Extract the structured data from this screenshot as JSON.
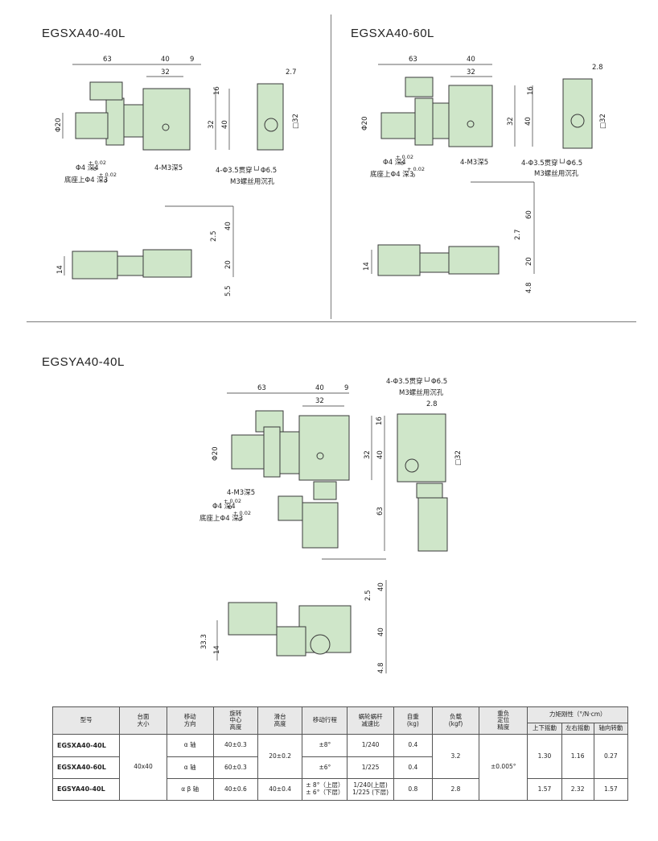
{
  "titles": {
    "a": "EGSXA40-40L",
    "b": "EGSXA40-60L",
    "c": "EGSYA40-40L"
  },
  "colors": {
    "body_fill": "#cfe6c9",
    "body_stroke": "#3a3a3a",
    "dim_line": "#333333"
  },
  "drawing_a": {
    "top_dims": [
      "63",
      "40",
      "9",
      "32"
    ],
    "right_dims": [
      "16",
      "32",
      "40"
    ],
    "left_dim": "Φ20",
    "labels": [
      "Φ4  深4",
      "底座上Φ4  深3",
      "4-M3深5"
    ],
    "tol_plus": "+ 0.02",
    "tol_zero": "0",
    "side_dims": [
      "2.7",
      "□32"
    ],
    "side_note": "4-Φ3.5贯穿└┘Φ6.5",
    "side_note2": "M3螺丝用沉孔",
    "front_dims": [
      "40",
      "2.5",
      "20",
      "5.5"
    ],
    "front_left": "14"
  },
  "drawing_b": {
    "top_dims": [
      "63",
      "40",
      "32"
    ],
    "right_dims": [
      "16",
      "32",
      "40"
    ],
    "left_dim": "Φ20",
    "labels": [
      "Φ4  深4",
      "底座上Φ4  深3",
      "4-M3深5"
    ],
    "tol_plus": "+ 0.02",
    "tol_zero": "0",
    "side_dims": [
      "2.8",
      "□32"
    ],
    "side_note": "4-Φ3.5贯穿└┘Φ6.5",
    "side_note2": "M3螺丝用沉孔",
    "front_dims": [
      "60",
      "2.7",
      "20",
      "4.8"
    ],
    "front_left": "14"
  },
  "drawing_c": {
    "top_dims": [
      "63",
      "40",
      "9",
      "32"
    ],
    "right_dims": [
      "16",
      "32",
      "40",
      "63"
    ],
    "left_dim": "Φ20",
    "labels": [
      "4-M3深5",
      "Φ4  深4",
      "底座上Φ4  深3"
    ],
    "tol_plus": "+ 0.02",
    "tol_zero": "0",
    "side_note": "4-Φ3.5贯穿└┘Φ6.5",
    "side_note2": "M3螺丝用沉孔",
    "side_dims": [
      "2.8",
      "□32"
    ],
    "front_dims": [
      "40",
      "2.5",
      "40",
      "4.8"
    ],
    "front_left": [
      "33.3",
      "14"
    ]
  },
  "table": {
    "headers": {
      "model": "型号",
      "size": [
        "台面",
        "大小"
      ],
      "dir": [
        "移动",
        "方向"
      ],
      "rot": [
        "旋转",
        "中心",
        "高度"
      ],
      "slide": [
        "滑台",
        "高度"
      ],
      "travel": "移动行程",
      "ratio": [
        "蜗轮蜗杆",
        "减速比"
      ],
      "weight": [
        "自重",
        "(kg)"
      ],
      "load": [
        "负载",
        "(kgf)"
      ],
      "repeat": [
        "重负",
        "定位",
        "精度"
      ],
      "moment": "力矩刚性（°/N·cm）",
      "moment_sub": [
        "上下摇動",
        "左右摇動",
        "轴向转動"
      ]
    },
    "rows": [
      {
        "model": "EGSXA40-40L",
        "dir": "α 轴",
        "rot": "40±0.3",
        "travel": "±8°",
        "ratio": "1/240",
        "weight": "0.4"
      },
      {
        "model": "EGSXA40-60L",
        "dir": "α 轴",
        "rot": "60±0.3",
        "travel": "±6°",
        "ratio": "1/225",
        "weight": "0.4"
      },
      {
        "model": "EGSYA40-40L",
        "dir": "α β 轴",
        "rot": "40±0.6",
        "slide": "40±0.4",
        "travel": [
          "± 8°（上层）",
          "± 6°（下层）"
        ],
        "ratio": [
          "1/240(上层)",
          "1/225 (下层)"
        ],
        "weight": "0.8",
        "load": "2.8",
        "m1": "1.57",
        "m2": "2.32",
        "m3": "1.57"
      }
    ],
    "merged": {
      "size": "40x40",
      "slide_ab": "20±0.2",
      "load_ab": "3.2",
      "repeat": "±0.005°",
      "m1_ab": "1.30",
      "m2_ab": "1.16",
      "m3_ab": "0.27"
    }
  }
}
